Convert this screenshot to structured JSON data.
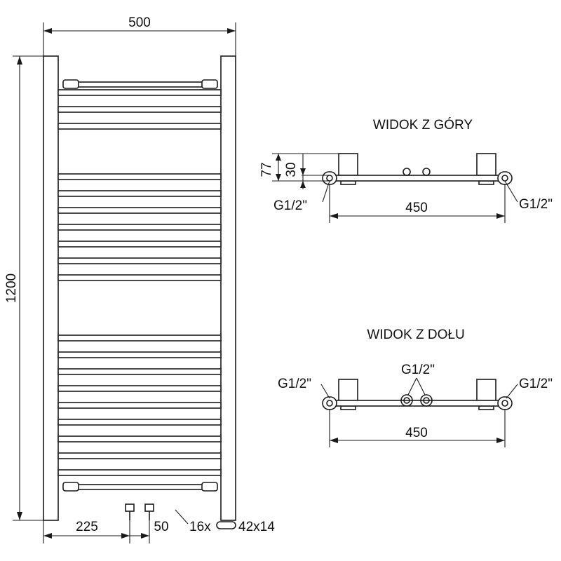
{
  "front_view": {
    "width_label": "500",
    "height_label": "1200",
    "offset_label": "225",
    "pipe_spacing_label": "50",
    "rung_count_label": "16x",
    "rung_size_label": "42x14"
  },
  "top_view": {
    "title": "WIDOK Z GÓRY",
    "depth_label": "77",
    "depth_inner_label": "30",
    "left_conn_label": "G1/2\"",
    "right_conn_label": "G1/2\"",
    "span_label": "450"
  },
  "bottom_view": {
    "title": "WIDOK Z DOŁU",
    "left_conn_label": "G1/2\"",
    "center_conn_label": "G1/2\"",
    "right_conn_label": "G1/2\"",
    "span_label": "450"
  },
  "colors": {
    "line": "#1a1a1a",
    "background": "#ffffff"
  }
}
